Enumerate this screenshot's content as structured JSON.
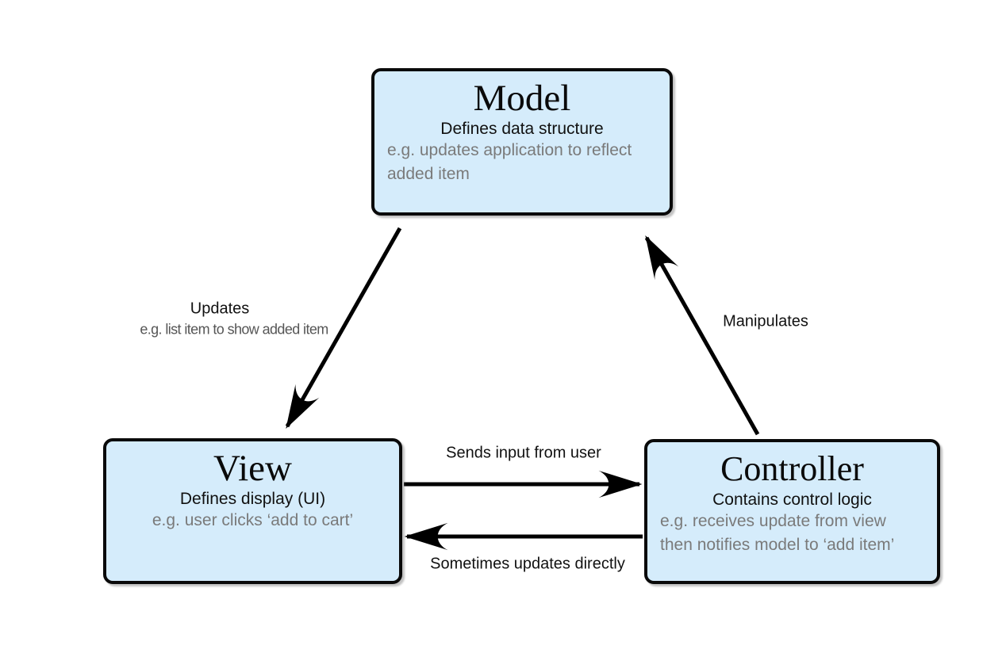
{
  "diagram": {
    "type": "mvc-architecture-diagram",
    "nodes": {
      "model": {
        "title": "Model",
        "subtitle": "Defines data structure",
        "example_line1": "e.g. updates application to reflect",
        "example_line2": "added item"
      },
      "view": {
        "title": "View",
        "subtitle": "Defines display (UI)",
        "example": "e.g. user clicks ‘add to cart’"
      },
      "controller": {
        "title": "Controller",
        "subtitle": "Contains control logic",
        "example_line1": "e.g. receives update from view",
        "example_line2": "then notifies model to ‘add item’"
      }
    },
    "edges": {
      "model_to_view": {
        "label": "Updates",
        "sublabel": "e.g. list item to show added item"
      },
      "controller_to_model": {
        "label": "Manipulates"
      },
      "view_to_controller": {
        "label": "Sends input from user"
      },
      "controller_to_view": {
        "label": "Sometimes updates directly"
      }
    },
    "colors": {
      "node_fill": "#d5ecfb",
      "node_border": "#0a0a0a",
      "arrow": "#000000",
      "example_text": "#7a7a7a",
      "sublabel_text": "#565656",
      "background": "#ffffff"
    }
  }
}
